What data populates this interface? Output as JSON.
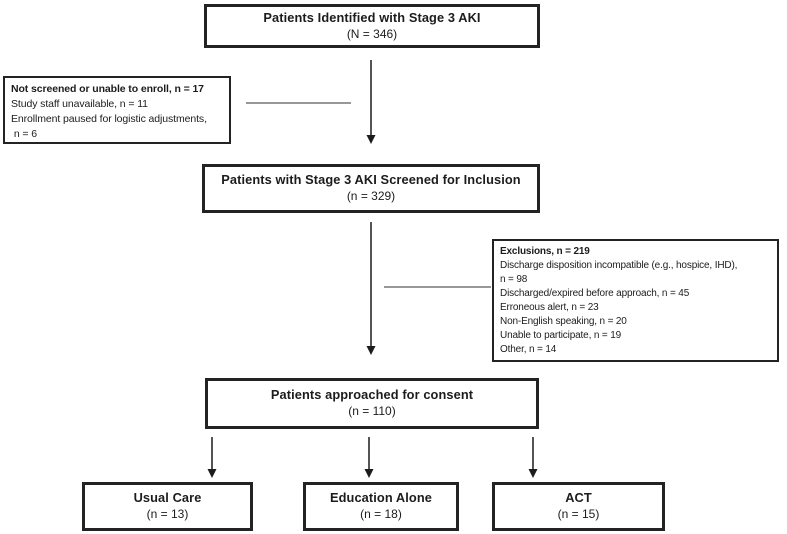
{
  "colors": {
    "background": "#ffffff",
    "box_border": "#232323",
    "text": "#1c1c1c",
    "arrow": "#2a2a2a",
    "stub_line": "#5a5a5a"
  },
  "flowchart": {
    "identified": {
      "title": "Patients Identified with Stage 3 AKI",
      "count": "(N = 346)"
    },
    "not_screened": {
      "lines": [
        "Not screened or unable to enroll, n = 17",
        "Study staff unavailable, n = 11",
        "Enrollment paused for logistic adjustments,",
        " n = 6"
      ]
    },
    "screened": {
      "title": "Patients with Stage 3 AKI Screened for Inclusion",
      "count": "(n = 329)"
    },
    "exclusions": {
      "lines": [
        "Exclusions, n = 219",
        "Discharge disposition incompatible (e.g., hospice, IHD),",
        "n = 98",
        "Discharged/expired before approach, n = 45",
        "Erroneous alert, n = 23",
        "Non-English speaking, n = 20",
        "Unable to participate, n = 19",
        "Other, n = 14"
      ]
    },
    "consent": {
      "title": "Patients approached for consent",
      "count": "(n = 110)"
    },
    "arms": [
      {
        "title": "Usual Care",
        "count": "(n = 13)"
      },
      {
        "title": "Education Alone",
        "count": "(n = 18)"
      },
      {
        "title": "ACT",
        "count": "(n = 15)"
      }
    ]
  }
}
